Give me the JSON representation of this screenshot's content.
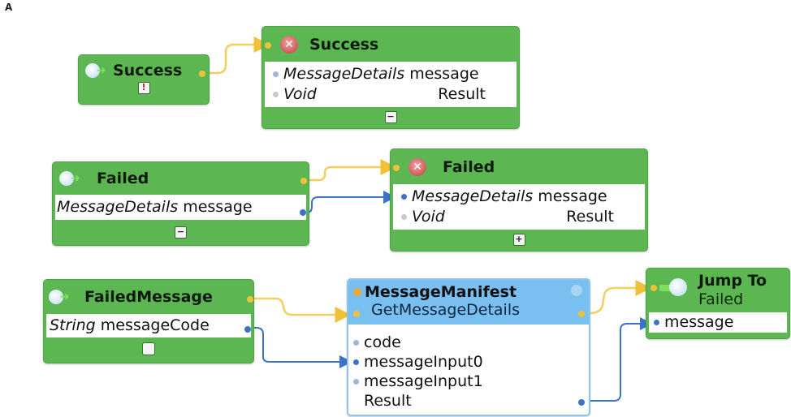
{
  "figure_label": "A",
  "nodes": {
    "success_start": {
      "title": "Success",
      "toggle": "!",
      "icon": "start-event-icon"
    },
    "success_end": {
      "title": "Success",
      "icon": "end-event-x-icon",
      "params": [
        {
          "type": "MessageDetails",
          "name": "message"
        },
        {
          "type": "Void",
          "name": "Result"
        }
      ],
      "toggle": "−"
    },
    "failed_start": {
      "title": "Failed",
      "icon": "start-event-icon",
      "params": [
        {
          "type": "MessageDetails",
          "name": "message"
        }
      ],
      "toggle": "−"
    },
    "failed_end": {
      "title": "Failed",
      "icon": "end-event-x-icon",
      "params": [
        {
          "type": "MessageDetails",
          "name": "message"
        },
        {
          "type": "Void",
          "name": "Result"
        }
      ],
      "toggle": "+"
    },
    "failed_message_start": {
      "title": "FailedMessage",
      "icon": "start-event-icon",
      "params": [
        {
          "type": "String",
          "name": "messageCode"
        }
      ],
      "toggle": ""
    },
    "message_manifest": {
      "title": "MessageManifest",
      "subtitle": "GetMessageDetails",
      "icon": "function-icon",
      "params": [
        "code",
        "messageInput0",
        "messageInput1",
        "Result"
      ]
    },
    "jump_to": {
      "title": "Jump To",
      "subtitle": "Failed",
      "icon": "jump-icon",
      "params": [
        "message"
      ]
    }
  },
  "colors": {
    "node_green": "#5cb651",
    "node_blue_header": "#79bff0",
    "flow_wire": "#f0c23a",
    "data_wire": "#3b73c8",
    "end_icon": "#d05a5a"
  }
}
